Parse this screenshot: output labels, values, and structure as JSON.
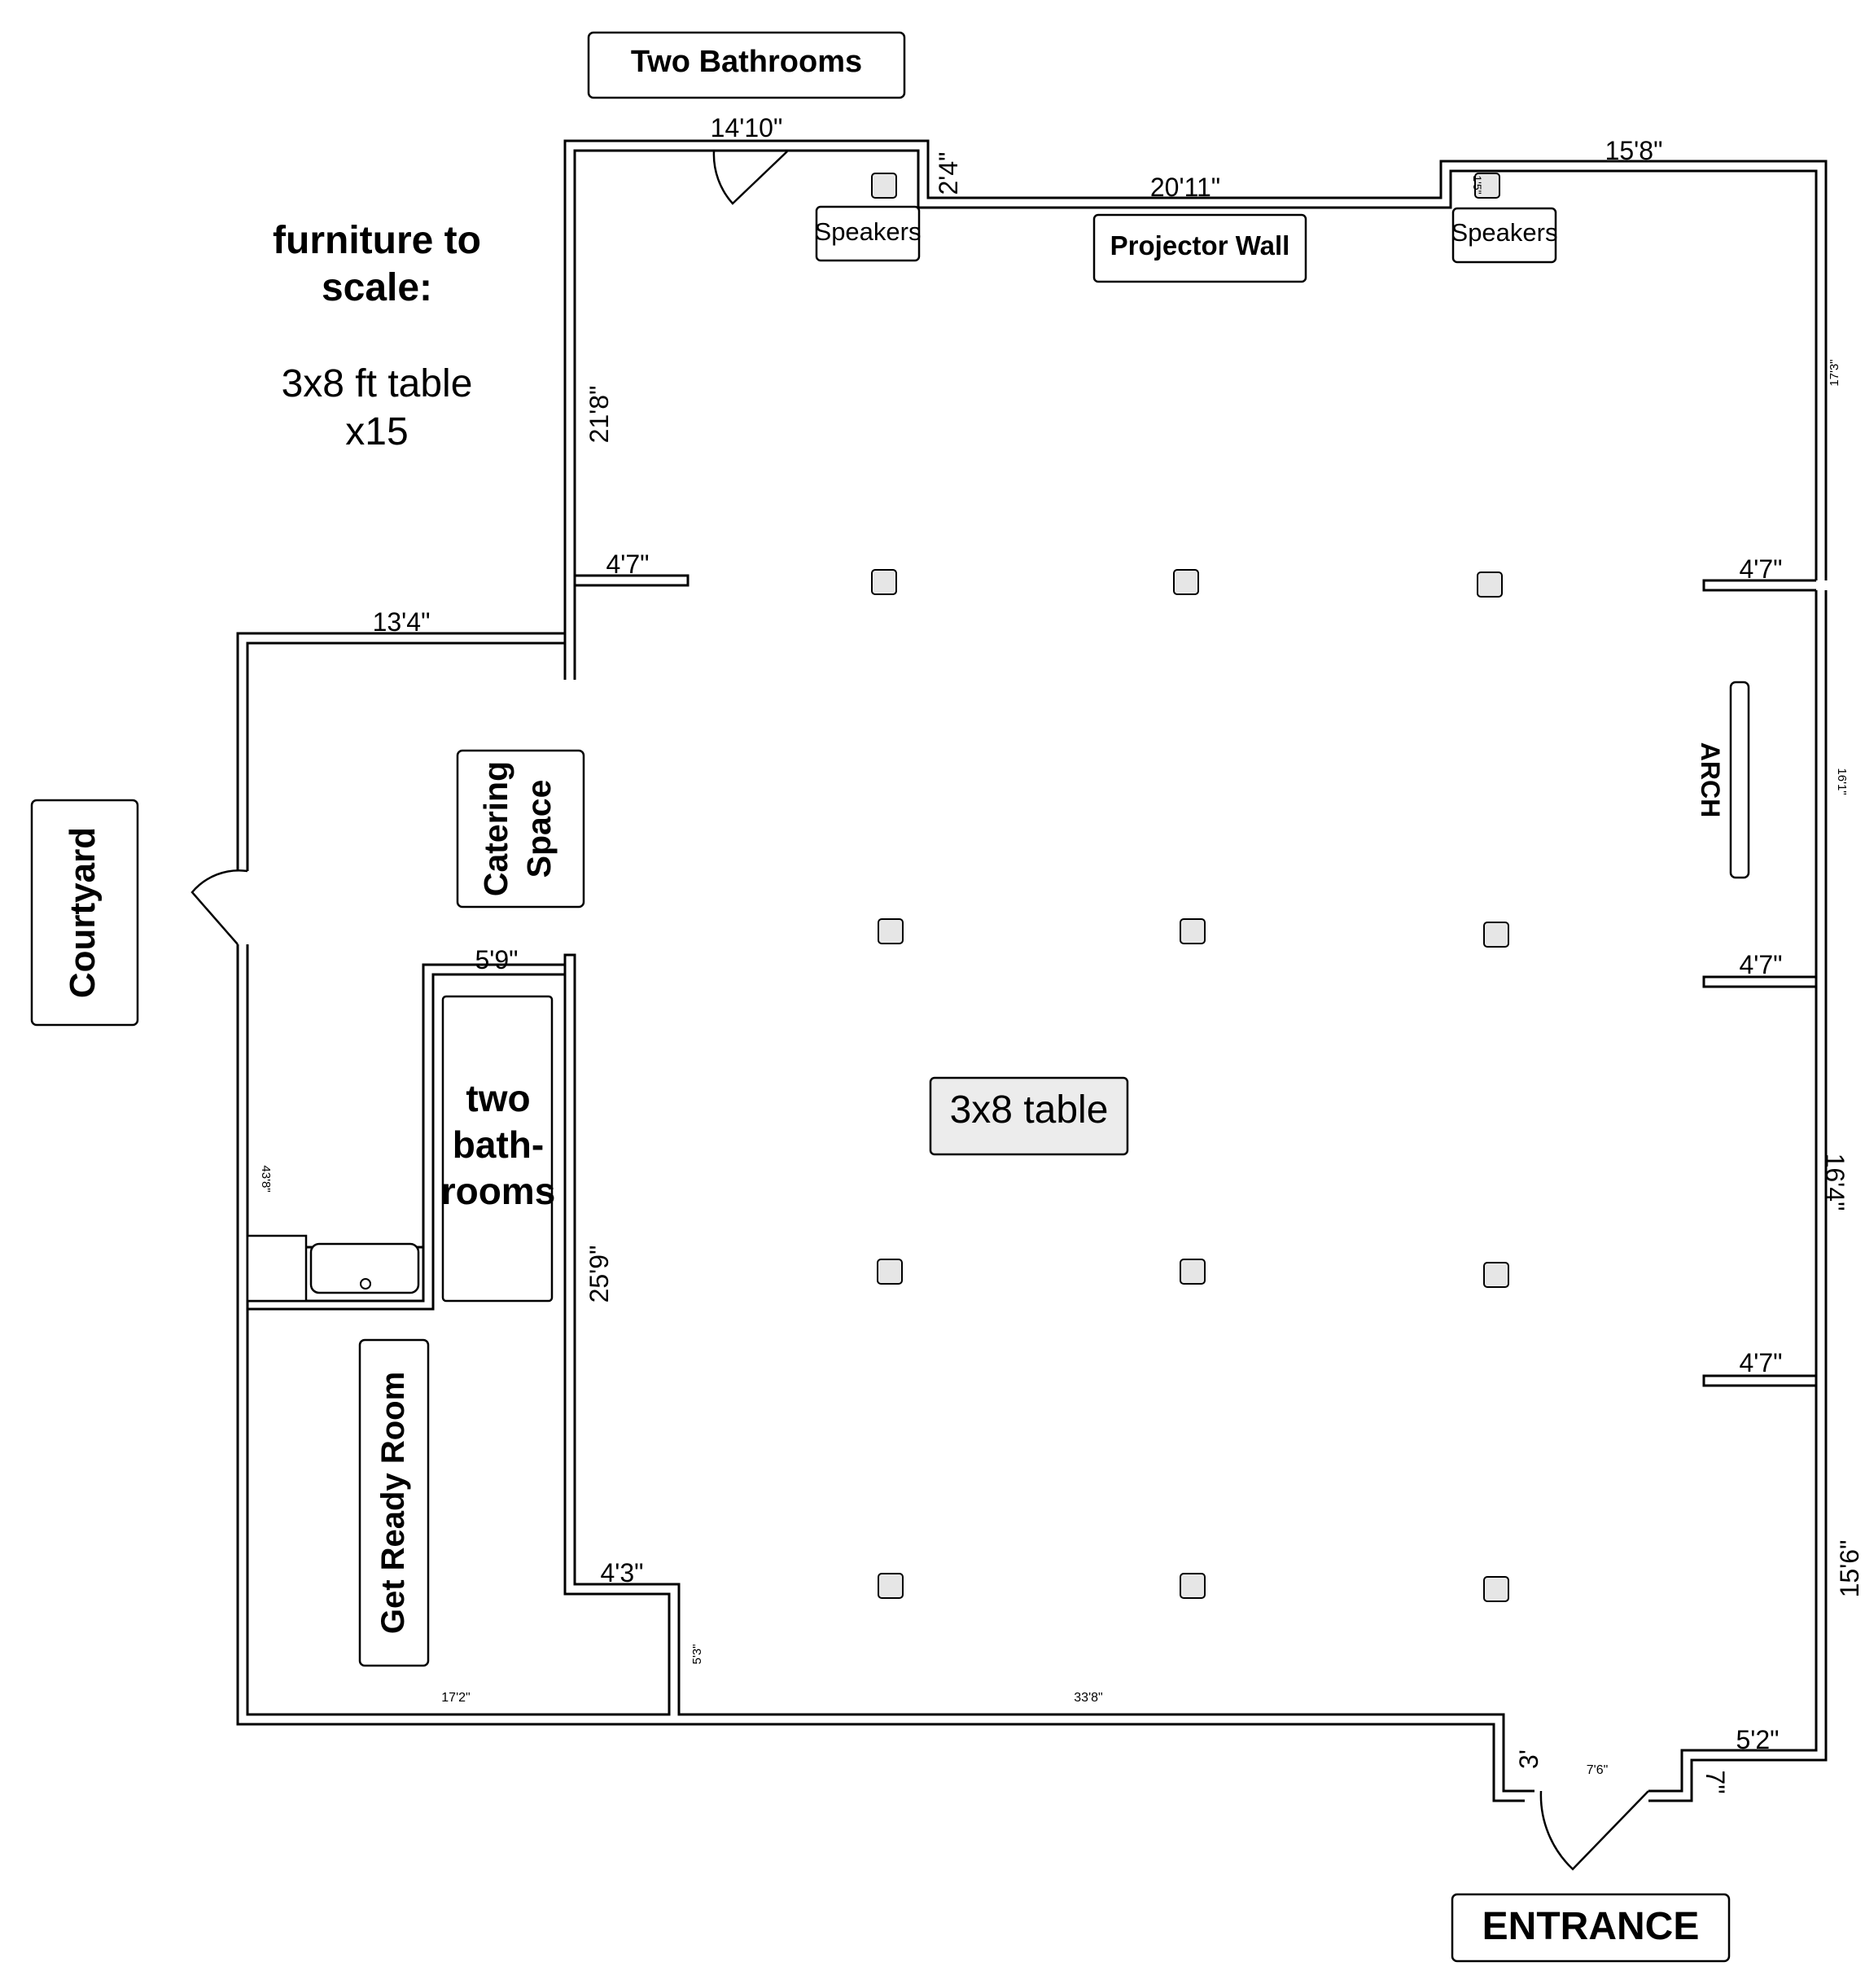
{
  "labels": {
    "two_bathrooms_top": "Two Bathrooms",
    "furniture_note_line1": "furniture to",
    "furniture_note_line2": "scale:",
    "table_note_line1": "3x8 ft table",
    "table_note_line2": "x15",
    "speakers_left": "Speakers",
    "speakers_right": "Speakers",
    "projector_wall": "Projector Wall",
    "courtyard": "Courtyard",
    "catering_line1": "Catering",
    "catering_line2": "Space",
    "arch": "ARCH",
    "bathrooms_line1": "two",
    "bathrooms_line2": "bath-",
    "bathrooms_line3": "rooms",
    "get_ready_room": "Get Ready Room",
    "table": "3x8 table",
    "entrance": "ENTRANCE"
  },
  "dimensions": {
    "top_wall": "14'10\"",
    "jog_top": "2'4\"",
    "projector_wall": "20'11\"",
    "right_top_wall": "15'8\"",
    "small_jog": "1'5\"",
    "right_upper": "17'3\"",
    "left_upper_wall": "21'8\"",
    "stub_left": "4'7\"",
    "stub_right_1": "4'7\"",
    "courtyard_wall": "13'4\"",
    "arch_span": "16'1\"",
    "stub_right_2": "4'7\"",
    "bath_top": "5'9\"",
    "left_small": "43'8\"",
    "inner_left": "25'9\"",
    "right_mid": "16'4\"",
    "stub_right_3": "4'7\"",
    "right_lower": "15'6\"",
    "inner_step": "4'3\"",
    "inner_step_drop": "5'3\"",
    "bottom_left": "17'2\"",
    "bottom_main": "33'8\"",
    "entrance_side_right": "5'2\"",
    "entrance_left_drop": "3'",
    "entrance_width": "7'6\"",
    "entrance_right_drop": "7\""
  }
}
